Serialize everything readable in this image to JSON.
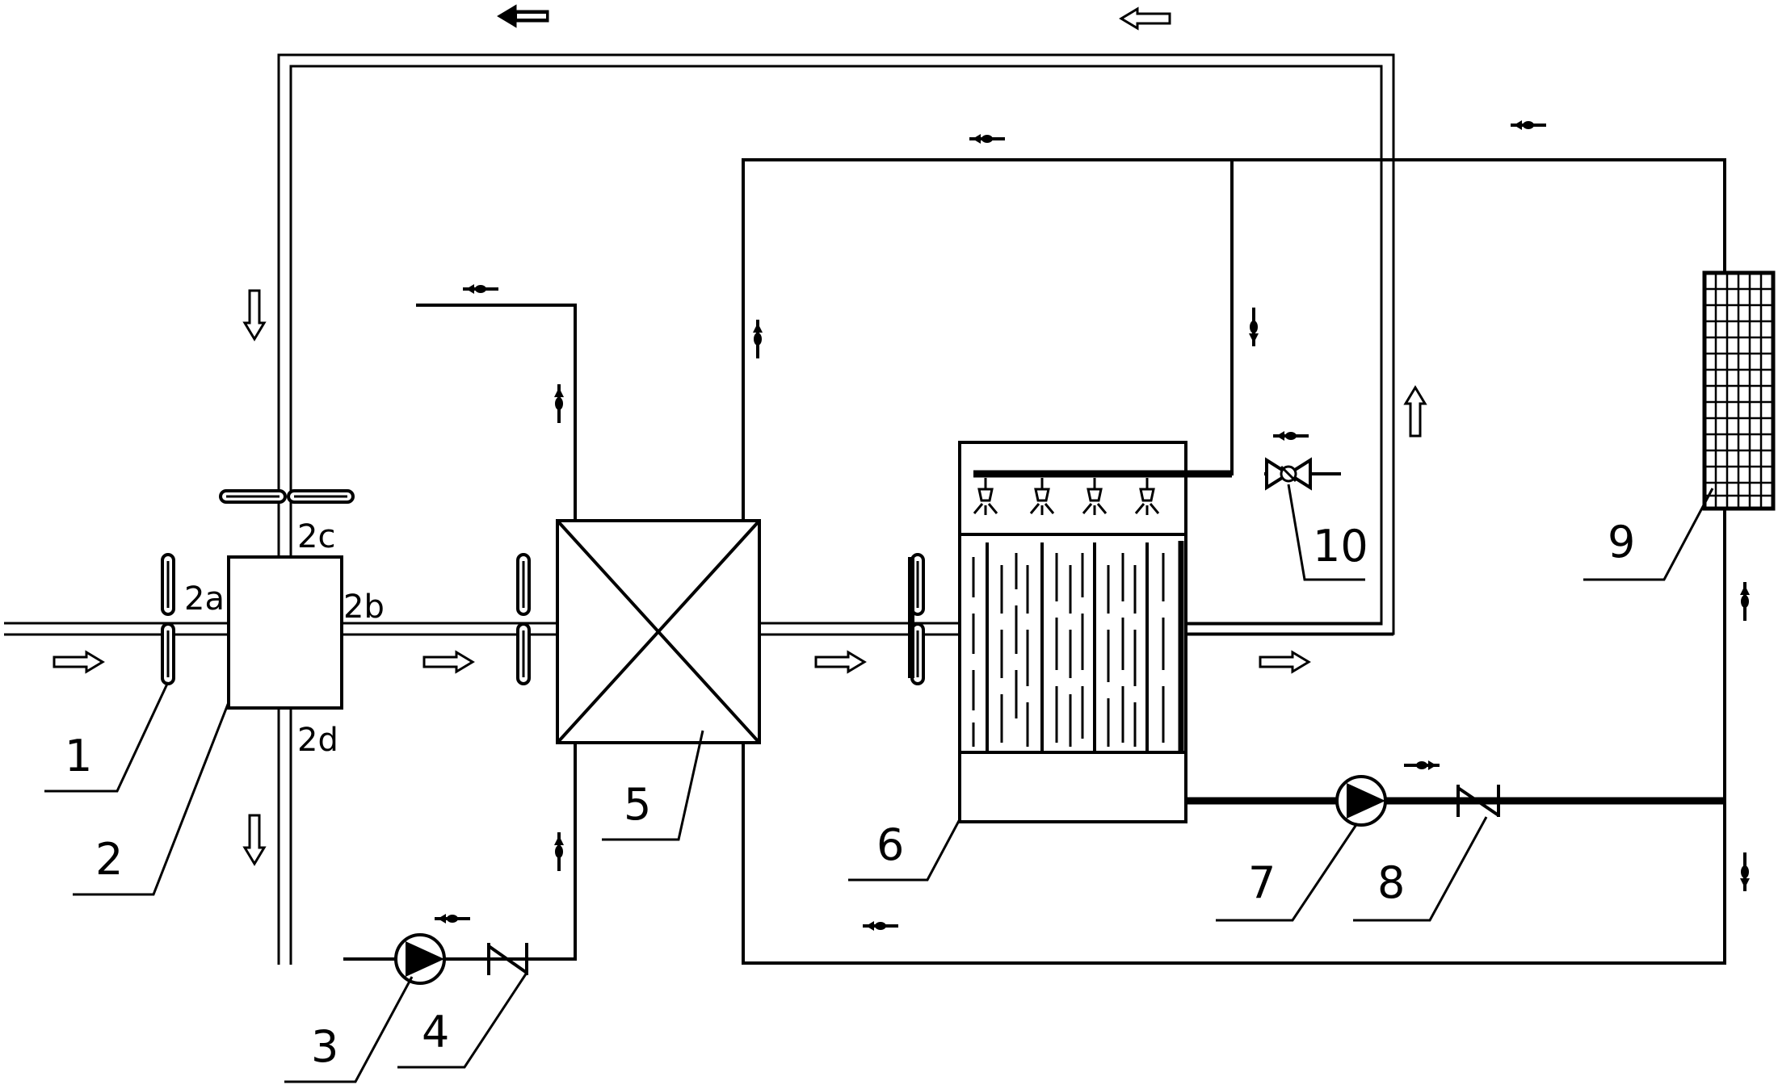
{
  "diagram": {
    "component_labels": {
      "c1": "1",
      "c2": "2",
      "c3": "3",
      "c4": "4",
      "c5": "5",
      "c6": "6",
      "c7": "7",
      "c8": "8",
      "c9": "9",
      "c10": "10"
    },
    "port_labels": {
      "p2a": "2a",
      "p2b": "2b",
      "p2c": "2c",
      "p2d": "2d"
    }
  }
}
